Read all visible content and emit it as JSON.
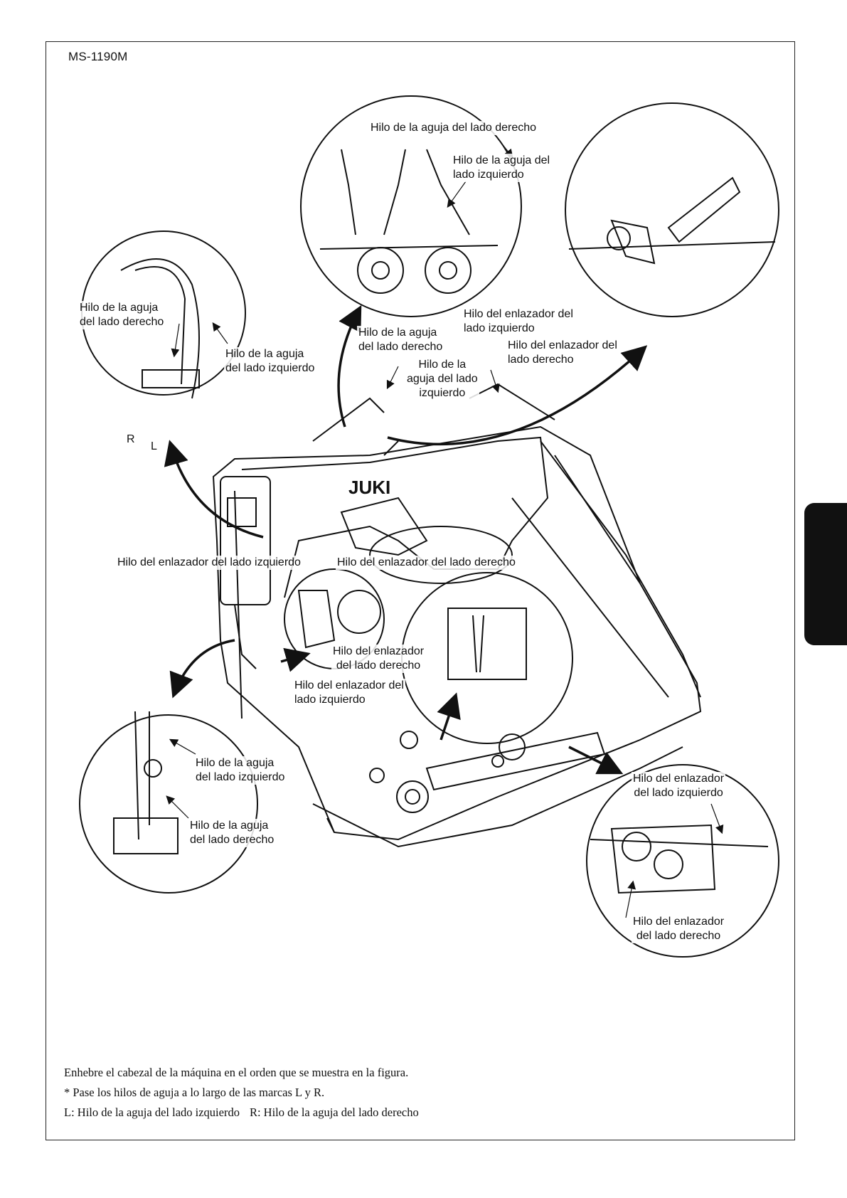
{
  "page": {
    "model": "MS-1190M",
    "brand_logo": "JUKI"
  },
  "callouts": {
    "top_center_right_needle": "Hilo de la aguja del lado derecho",
    "top_center_left_needle": "Hilo de la aguja del\nlado izquierdo",
    "left_right_needle": "Hilo de la aguja\ndel lado derecho",
    "left_left_needle": "Hilo de la aguja\ndel lado izquierdo",
    "mark_r": "R",
    "mark_l": "L",
    "mid_right_needle": "Hilo de la aguja\ndel lado derecho",
    "mid_left_looper": "Hilo del enlazador del\nlado izquierdo",
    "mid_left_needle": "Hilo de la\naguja del lado\nizquierdo",
    "mid_right_looper": "Hilo del enlazador del\nlado derecho",
    "looper_left_main": "Hilo del enlazador del lado izquierdo",
    "looper_right_main": "Hilo del enlazador del lado derecho",
    "inner_right_looper": "Hilo del enlazador\ndel lado derecho",
    "inner_left_looper": "Hilo del enlazador del\nlado izquierdo",
    "bottom_left_left_needle": "Hilo de la aguja\ndel lado izquierdo",
    "bottom_left_right_needle": "Hilo de la aguja\ndel lado derecho",
    "bottom_right_left_looper": "Hilo del enlazador\ndel lado izquierdo",
    "bottom_right_right_looper": "Hilo del enlazador\ndel lado derecho"
  },
  "footer": {
    "line1": "Enhebre el cabezal de la máquina en el orden que se muestra en la figura.",
    "line2": "* Pase los hilos de aguja a lo largo de las marcas L y R.",
    "line3_left": "L:  Hilo de la aguja del lado izquierdo",
    "line3_right": "R:  Hilo de la aguja del lado derecho"
  }
}
